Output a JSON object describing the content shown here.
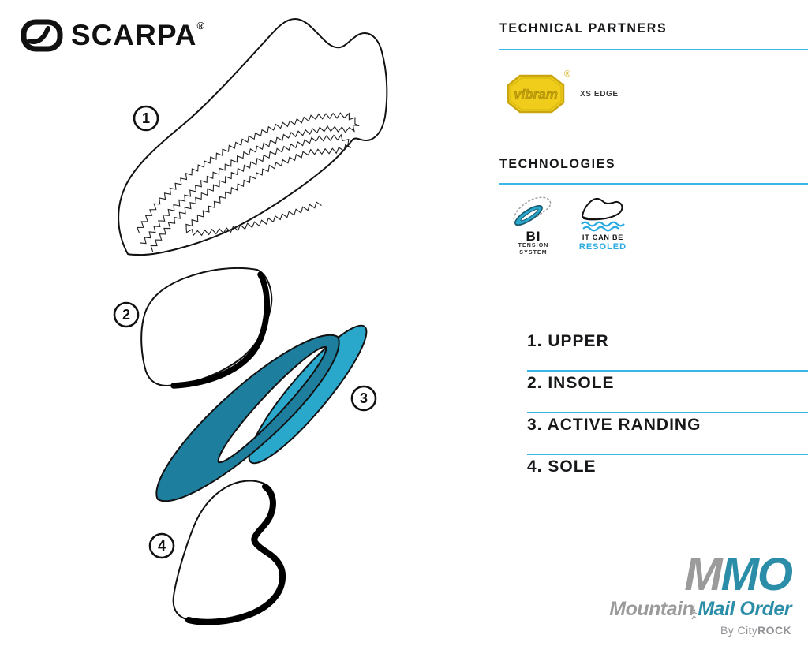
{
  "brand": {
    "logo_text": "SCARPA",
    "registered": "®"
  },
  "right": {
    "technical_partners": {
      "heading": "TECHNICAL PARTNERS",
      "vibram_text": "vibram",
      "vibram_registered": "®",
      "product": "XS EDGE"
    },
    "technologies": {
      "heading": "TECHNOLOGIES",
      "bi": {
        "title": "BI",
        "line1": "TENSION",
        "line2": "SYSTEM"
      },
      "resoled": {
        "line1": "IT CAN BE",
        "line2": "RESOLED"
      }
    },
    "parts": [
      "1. UPPER",
      "2. INSOLE",
      "3. ACTIVE RANDING",
      "4. SOLE"
    ]
  },
  "diagram": {
    "numbers": [
      "1",
      "2",
      "3",
      "4"
    ]
  },
  "footer": {
    "m_gray": "M",
    "mo_teal": "MO",
    "mountain": "Mountain",
    "mail_order": "Mail Order",
    "by_prefix": "By City",
    "by_bold": "ROCK"
  },
  "colors": {
    "accent_cyan_rule": "#3ab7e6",
    "randing_dark_teal": "#1e7e9e",
    "randing_light_cyan": "#2aa8cc",
    "resoled_cyan": "#29abe2",
    "vibram_gold": "#f0cd1b",
    "mmo_teal": "#2b8da7",
    "mmo_gray": "#9b9b9b"
  }
}
